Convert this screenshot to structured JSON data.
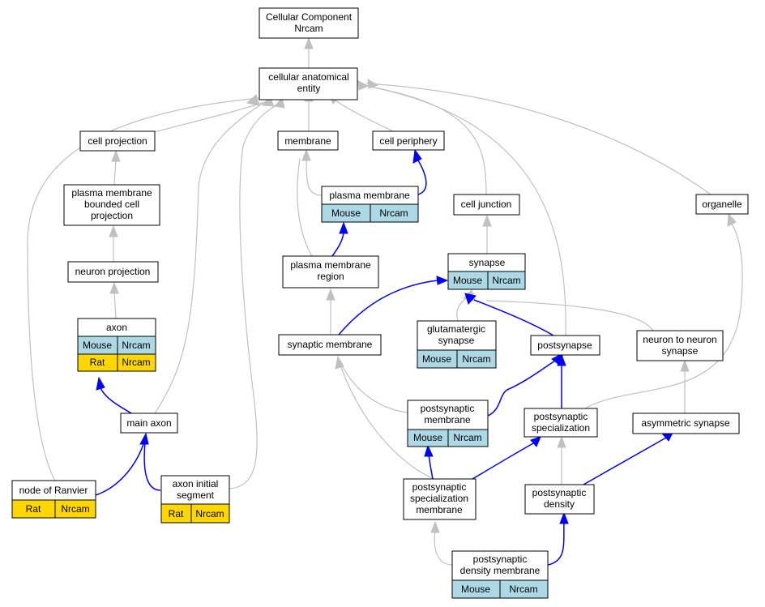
{
  "nodes": {
    "root": {
      "lines": [
        "Cellular Component",
        "Nrcam"
      ]
    },
    "cae": {
      "lines": [
        "cellular anatomical",
        "entity"
      ]
    },
    "cell_projection": {
      "lines": [
        "cell projection"
      ]
    },
    "membrane": {
      "lines": [
        "membrane"
      ]
    },
    "cell_periphery": {
      "lines": [
        "cell periphery"
      ]
    },
    "pmbcp": {
      "lines": [
        "plasma membrane",
        "bounded cell",
        "projection"
      ]
    },
    "plasma_membrane": {
      "lines": [
        "plasma membrane"
      ],
      "cells": [
        "Mouse",
        "Nrcam"
      ]
    },
    "cell_junction": {
      "lines": [
        "cell junction"
      ]
    },
    "organelle": {
      "lines": [
        "organelle"
      ]
    },
    "neuron_projection": {
      "lines": [
        "neuron projection"
      ]
    },
    "pm_region": {
      "lines": [
        "plasma membrane",
        "region"
      ]
    },
    "synapse": {
      "lines": [
        "synapse"
      ],
      "cells": [
        "Mouse",
        "Nrcam"
      ]
    },
    "axon": {
      "lines": [
        "axon"
      ],
      "cells": [
        "Mouse",
        "Nrcam"
      ],
      "cells2": [
        "Rat",
        "Nrcam"
      ]
    },
    "synaptic_membrane": {
      "lines": [
        "synaptic membrane"
      ]
    },
    "glutamatergic": {
      "lines": [
        "glutamatergic",
        "synapse"
      ],
      "cells": [
        "Mouse",
        "Nrcam"
      ]
    },
    "postsynapse": {
      "lines": [
        "postsynapse"
      ]
    },
    "n2n_synapse": {
      "lines": [
        "neuron to neuron",
        "synapse"
      ]
    },
    "main_axon": {
      "lines": [
        "main axon"
      ]
    },
    "ps_membrane": {
      "lines": [
        "postsynaptic",
        "membrane"
      ],
      "cells": [
        "Mouse",
        "Nrcam"
      ]
    },
    "ps_specialization": {
      "lines": [
        "postsynaptic",
        "specialization"
      ]
    },
    "asym_synapse": {
      "lines": [
        "asymmetric synapse"
      ]
    },
    "node_ranvier": {
      "lines": [
        "node of Ranvier"
      ],
      "cells": [
        "Rat",
        "Nrcam"
      ]
    },
    "ais": {
      "lines": [
        "axon initial",
        "segment"
      ],
      "cells": [
        "Rat",
        "Nrcam"
      ]
    },
    "pssm": {
      "lines": [
        "postsynaptic",
        "specialization",
        "membrane"
      ]
    },
    "ps_density": {
      "lines": [
        "postsynaptic",
        "density"
      ]
    },
    "psdm": {
      "lines": [
        "postsynaptic",
        "density membrane"
      ],
      "cells": [
        "Mouse",
        "Nrcam"
      ]
    }
  },
  "colors": {
    "mouse": "#add8e6",
    "rat": "#ffd700",
    "is_a_edge": "#c0c0c0",
    "part_of_edge": "#0000ff"
  }
}
